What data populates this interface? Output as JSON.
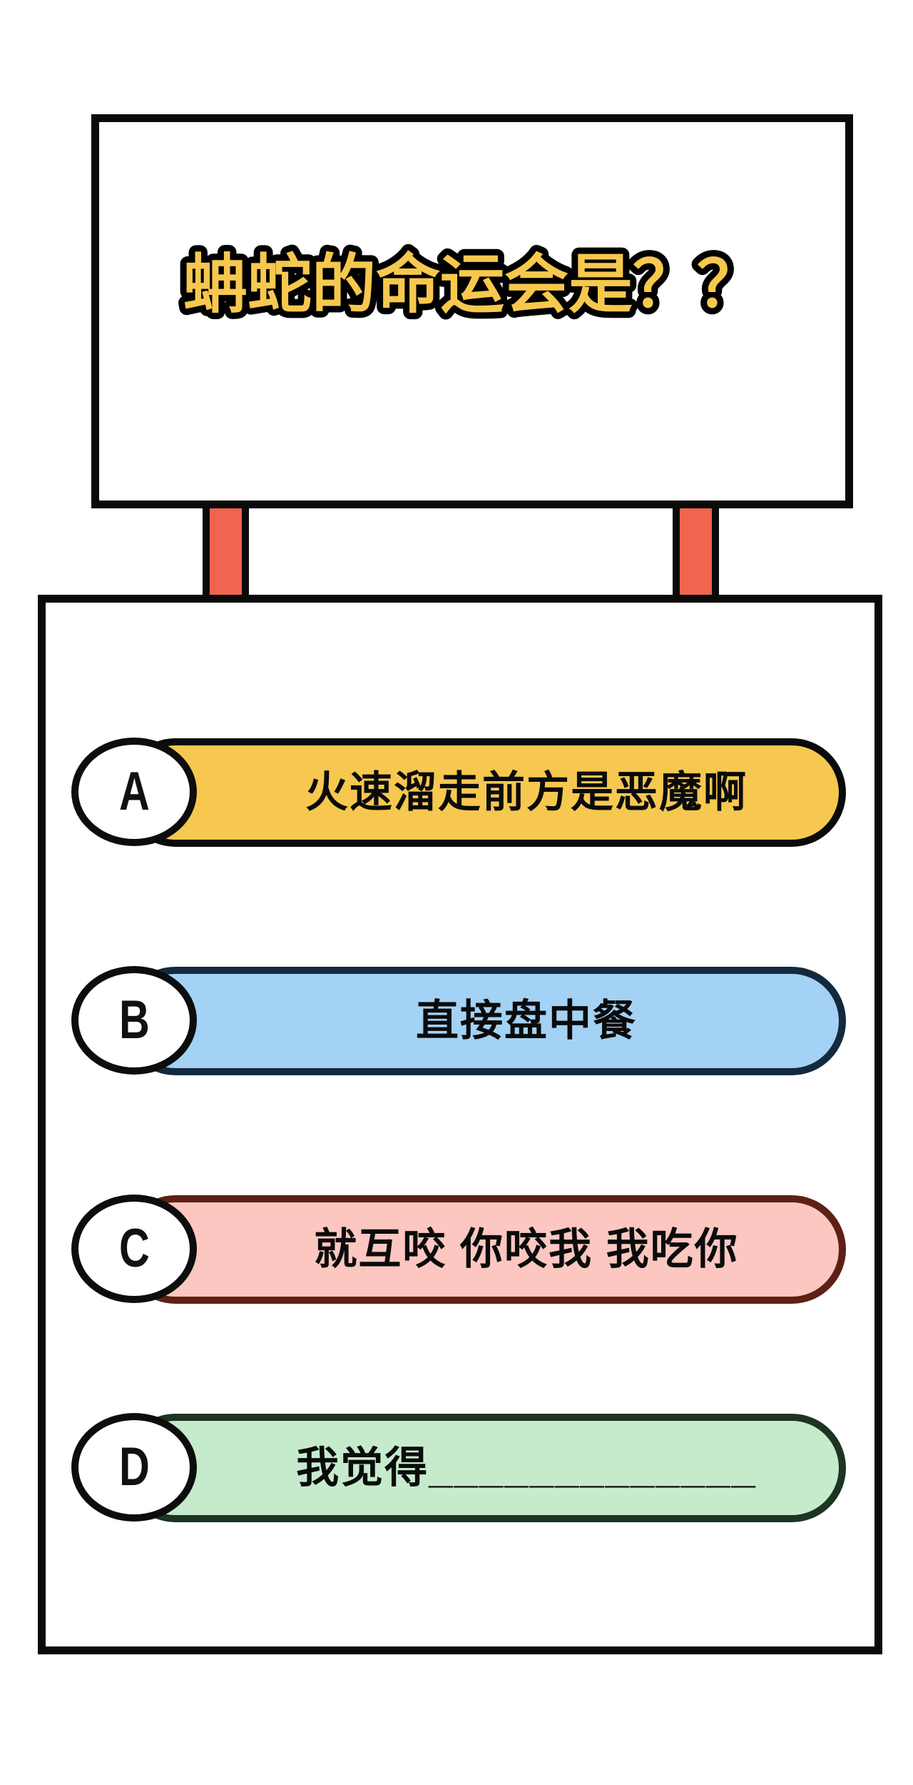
{
  "board": {
    "title": "蚺蛇的命运会是？？"
  },
  "options": [
    {
      "letter": "A",
      "text": "火速溜走前方是恶魔啊",
      "fill": "#F6C84F",
      "border": "#0A0A0A"
    },
    {
      "letter": "B",
      "text": "直接盘中餐",
      "fill": "#A3D2F5",
      "border": "#13293E"
    },
    {
      "letter": "C",
      "text": "就互咬 你咬我 我吃你",
      "fill": "#FBC7C0",
      "border": "#5E2014"
    },
    {
      "letter": "D",
      "text": "我觉得_____________",
      "fill": "#C5EBCC",
      "border": "#1D3422"
    }
  ],
  "colors": {
    "background": "#FFFFFF",
    "outline": "#0A0A0A",
    "post_red": "#EF6550",
    "title_fill": "#F7C84E",
    "title_stroke": "#000000"
  }
}
